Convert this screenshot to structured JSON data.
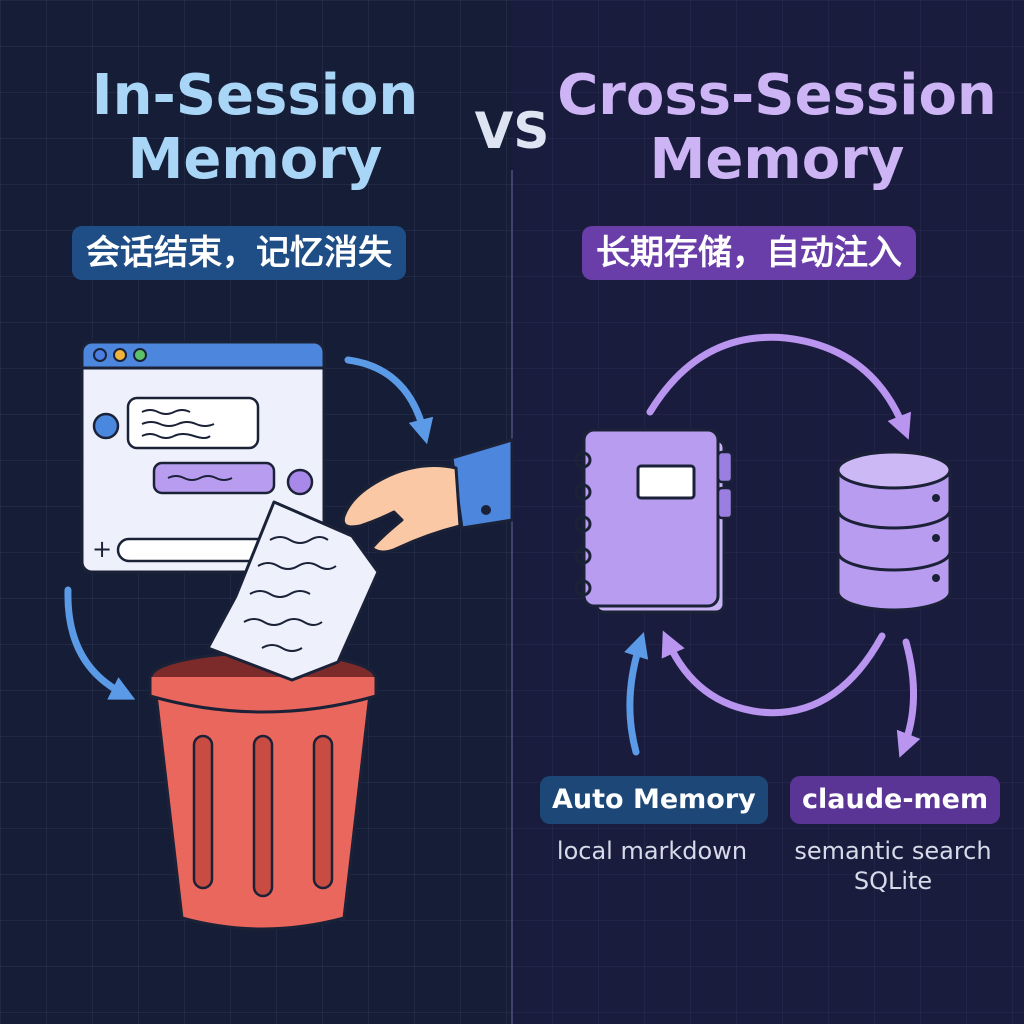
{
  "left": {
    "title_line1": "In-Session",
    "title_line2": "Memory",
    "subtitle": "会话结束，记忆消失",
    "color": "#a9d6f7"
  },
  "vs_label": "VS",
  "right": {
    "title_line1": "Cross-Session",
    "title_line2": "Memory",
    "subtitle": "长期存储，自动注入",
    "color": "#cdb4f4",
    "items": [
      {
        "label": "Auto Memory",
        "caption_lines": [
          "local markdown"
        ]
      },
      {
        "label": "claude-mem",
        "caption_lines": [
          "semantic search",
          "SQLite"
        ]
      }
    ]
  },
  "icons": {
    "chat-window": "chat-window-icon",
    "trash-can": "trash-can-icon",
    "hand": "hand-icon",
    "paper": "crumpled-paper-icon",
    "notebook": "notebook-icon",
    "database": "database-icon"
  },
  "colors": {
    "background": "#161d36",
    "trash": "#e9675c",
    "notebook": "#b89cf0",
    "database": "#b89cf0",
    "arrow_left": "#5b9ae6",
    "arrow_right": "#b995f0"
  }
}
